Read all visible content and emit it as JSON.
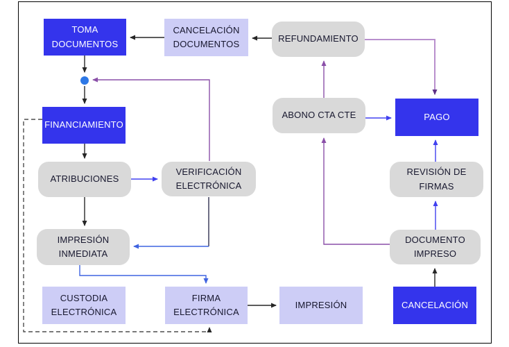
{
  "diagram": {
    "background": "#ffffff",
    "nodes": {
      "toma_documentos": {
        "label": "TOMA\nDOCUMENTOS",
        "type": "blue"
      },
      "cancelacion_documentos": {
        "label": "CANCELACIÓN\nDOCUMENTOS",
        "type": "lavender"
      },
      "refundamiento": {
        "label": "REFUNDAMIENTO",
        "type": "gray"
      },
      "abono_cta_cte": {
        "label": "ABONO CTA CTE",
        "type": "gray"
      },
      "pago": {
        "label": "PAGO",
        "type": "blue"
      },
      "financiamiento": {
        "label": "FINANCIAMIENTO",
        "type": "blue"
      },
      "atribuciones": {
        "label": "ATRIBUCIONES",
        "type": "gray"
      },
      "verificacion_electronica": {
        "label": "VERIFICACIÓN\nELECTRÓNICA",
        "type": "gray"
      },
      "revision_de_firmas": {
        "label": "REVISIÓN DE\nFIRMAS",
        "type": "gray"
      },
      "impresion_inmediata": {
        "label": "IMPRESIÓN\nINMEDIATA",
        "type": "gray"
      },
      "documento_impreso": {
        "label": "DOCUMENTO\nIMPRESO",
        "type": "gray"
      },
      "custodia_electronica": {
        "label": "CUSTODIA\nELECTRÓNICA",
        "type": "lavender"
      },
      "firma_electronica": {
        "label": "FIRMA\nELECTRÓNICA",
        "type": "lavender"
      },
      "impresion": {
        "label": "IMPRESIÓN",
        "type": "lavender"
      },
      "cancelacion": {
        "label": "CANCELACIÓN",
        "type": "blue"
      }
    },
    "edges": [
      {
        "from": "cancelacion_documentos",
        "to": "toma_documentos",
        "color": "black",
        "style": "solid"
      },
      {
        "from": "refundamiento",
        "to": "cancelacion_documentos",
        "color": "black",
        "style": "solid"
      },
      {
        "from": "toma_documentos",
        "to": "junction_dot",
        "color": "black",
        "style": "solid"
      },
      {
        "from": "junction_dot",
        "to": "financiamiento",
        "color": "black",
        "style": "solid"
      },
      {
        "from": "verificacion_electronica",
        "to": "junction_dot",
        "color": "purple",
        "style": "solid"
      },
      {
        "from": "financiamiento",
        "to": "atribuciones",
        "color": "black",
        "style": "solid"
      },
      {
        "from": "atribuciones",
        "to": "verificacion_electronica",
        "color": "blue",
        "style": "solid"
      },
      {
        "from": "atribuciones",
        "to": "impresion_inmediata",
        "color": "black",
        "style": "solid"
      },
      {
        "from": "verificacion_electronica",
        "to": "impresion_inmediata",
        "color": "blue",
        "style": "solid"
      },
      {
        "from": "impresion_inmediata",
        "to": "firma_electronica",
        "color": "blue",
        "style": "solid"
      },
      {
        "from": "firma_electronica",
        "to": "impresion",
        "color": "black",
        "style": "solid"
      },
      {
        "from": "cancelacion",
        "to": "documento_impreso",
        "color": "black",
        "style": "solid"
      },
      {
        "from": "documento_impreso",
        "to": "revision_de_firmas",
        "color": "blue",
        "style": "solid"
      },
      {
        "from": "revision_de_firmas",
        "to": "pago",
        "color": "blue",
        "style": "solid"
      },
      {
        "from": "documento_impreso",
        "to": "abono_cta_cte",
        "color": "purple",
        "style": "solid"
      },
      {
        "from": "abono_cta_cte",
        "to": "refundamiento",
        "color": "purple",
        "style": "solid"
      },
      {
        "from": "abono_cta_cte",
        "to": "pago",
        "color": "blue",
        "style": "solid"
      },
      {
        "from": "refundamiento",
        "to": "pago",
        "color": "light_purple",
        "style": "solid"
      },
      {
        "from": "financiamiento",
        "to": "firma_electronica",
        "color": "gray",
        "style": "dashed"
      }
    ]
  },
  "colors": {
    "node_blue": "#3434ec",
    "node_lavender": "#cdcdf6",
    "node_gray": "#d9d9d9",
    "text_dark": "#17172e",
    "text_light": "#ffffff",
    "edge_black": "#262626",
    "edge_blue": "#4040f0",
    "edge_royal": "#3f63e0",
    "edge_navy": "#30304f",
    "edge_purple": "#8a4fa8",
    "edge_light_purple": "#b88fcd",
    "edge_dark_purple": "#5f2f87",
    "edge_dash": "#4d4d4d",
    "dot_blue": "#2d78e6",
    "frame_border": "#000000"
  }
}
